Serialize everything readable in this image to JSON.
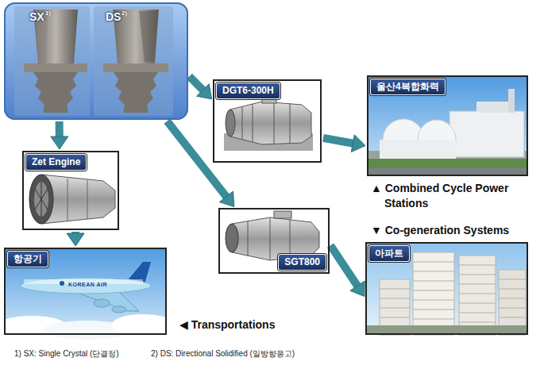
{
  "diagram": {
    "nodes": [
      {
        "text": [
          "SX",
          "DS"
        ]
      },
      {
        "text": [
          "DGT6-300H"
        ]
      },
      {
        "text": [
          "울산4복합화력"
        ]
      },
      {
        "text": [
          "Zet Engine"
        ]
      },
      {
        "text": [
          "SGT800"
        ]
      },
      {
        "text": [
          "항공기"
        ]
      },
      {
        "text": [
          "아파트"
        ]
      }
    ],
    "edges": [
      {
        "from": 0,
        "to": 1,
        "arrow": "to"
      },
      {
        "from": 1,
        "to": 2,
        "arrow": "to"
      },
      {
        "from": 0,
        "to": 3,
        "arrow": "to"
      },
      {
        "from": 3,
        "to": 5,
        "arrow": "to"
      },
      {
        "from": 0,
        "to": 4,
        "arrow": "to"
      },
      {
        "from": 4,
        "to": 6,
        "arrow": "to"
      }
    ],
    "labels": [
      "1)",
      "2)",
      "▲ Combined Cycle Power Stations",
      "▼ Co-generation Systems",
      "◀ Transportations",
      "1) SX: Single Crystal (단결정)",
      "2) DS: Directional Solidified (일방향응고)",
      "KOREAN AIR"
    ]
  }
}
